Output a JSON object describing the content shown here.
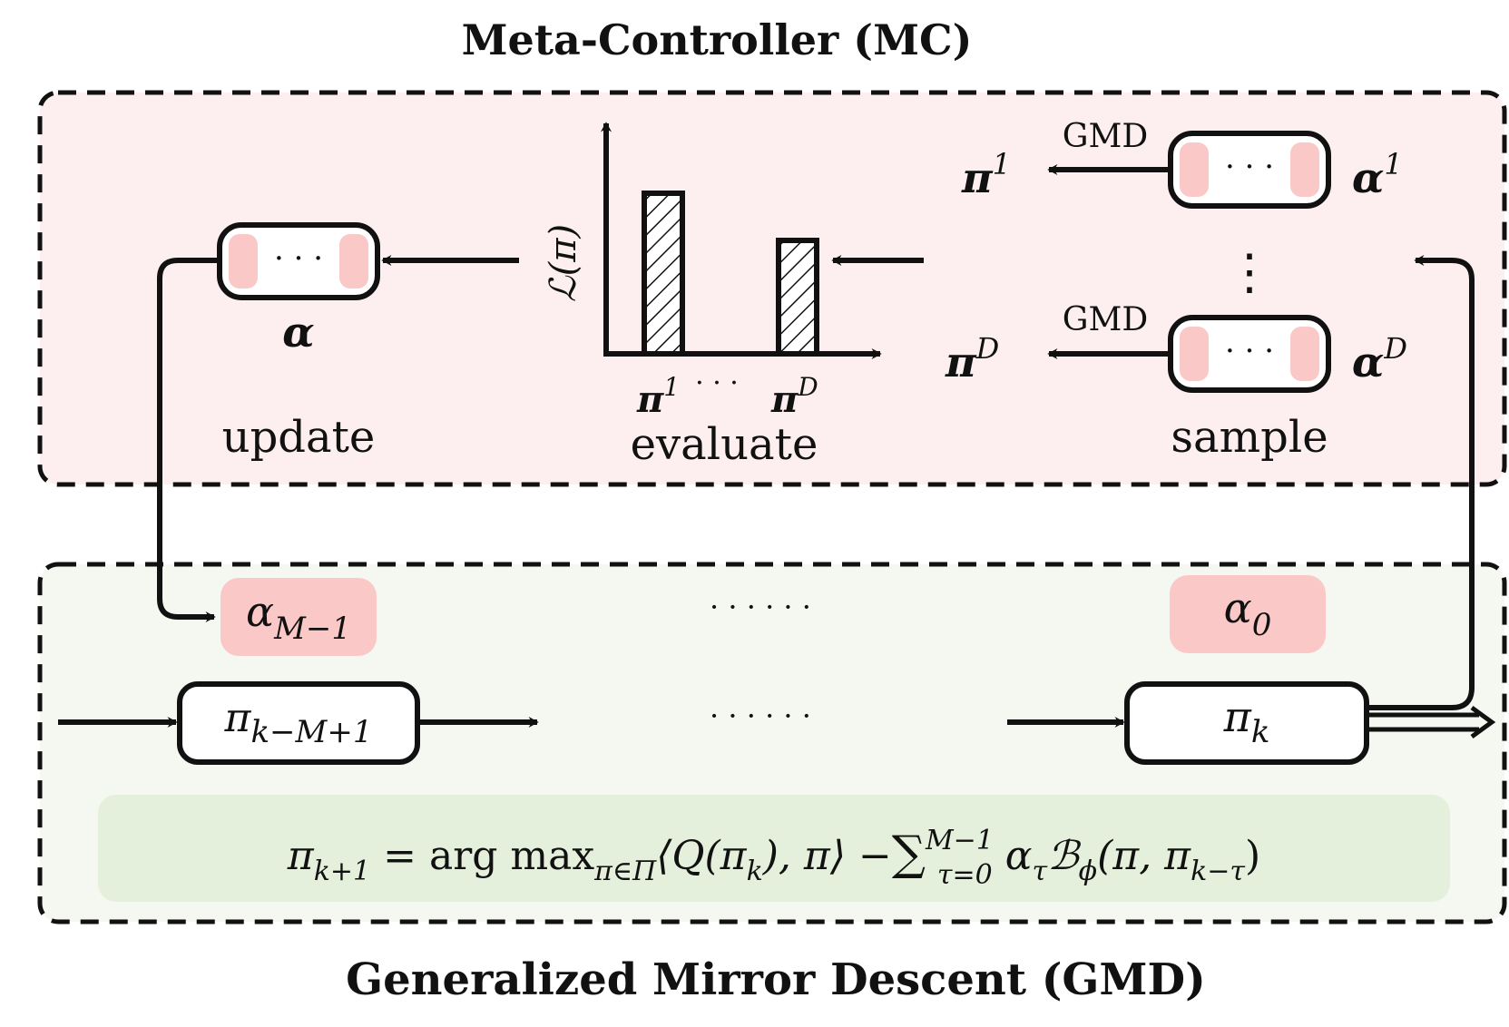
{
  "titles": {
    "top": "Meta-Controller (MC)",
    "bottom": "Generalized Mirror Descent (GMD)"
  },
  "colors": {
    "mc_panel": "#fdeff0",
    "gmd_panel": "#f4f8f0",
    "formula_bg": "#e4f0dc",
    "pink_cell": "#fbc8c8",
    "stroke": "#111111"
  },
  "mc": {
    "update": {
      "label": "update",
      "vector_dots": "· · ·",
      "alpha": "α"
    },
    "evaluate": {
      "label": "evaluate",
      "y_axis": "ℒ(π)",
      "x_left": "π",
      "x_left_sup": "1",
      "x_dots": "· · ·",
      "x_right": "π",
      "x_right_sup": "D"
    },
    "sample": {
      "label": "sample",
      "rows": [
        {
          "policy": "π",
          "sup": "1",
          "arrow_label": "GMD",
          "dots": "· · ·",
          "alpha": "α",
          "alpha_sup": "1"
        },
        {
          "policy": "π",
          "sup": "D",
          "arrow_label": "GMD",
          "dots": "· · ·",
          "alpha": "α",
          "alpha_sup": "D"
        }
      ],
      "vdots": "⋮"
    }
  },
  "gmd": {
    "alpha_left": {
      "sym": "α",
      "sub": "M−1"
    },
    "alpha_right": {
      "sym": "α",
      "sub": "0"
    },
    "dots_alpha_row": "· · · · · ·",
    "dots_policy_row": "· · · · · ·",
    "policy_left": {
      "sym": "π",
      "sub": "k−M+1"
    },
    "policy_right": {
      "sym": "π",
      "sub": "k"
    },
    "formula": {
      "lhs": "π",
      "lhs_sub": "k+1",
      "eq": " = arg max",
      "max_sub": "π∈Π",
      "inner": "⟨Q(π",
      "inner_sub": "k",
      "inner_end": "), π⟩ −",
      "sum": "∑",
      "sum_sup": "M−1",
      "sum_sub": "τ=0",
      "alpha": " α",
      "alpha_sub": "τ",
      "breg": "ℬ",
      "breg_sub": "ϕ",
      "args": "(π, π",
      "args_sub": "k−τ",
      "close": ")"
    }
  }
}
